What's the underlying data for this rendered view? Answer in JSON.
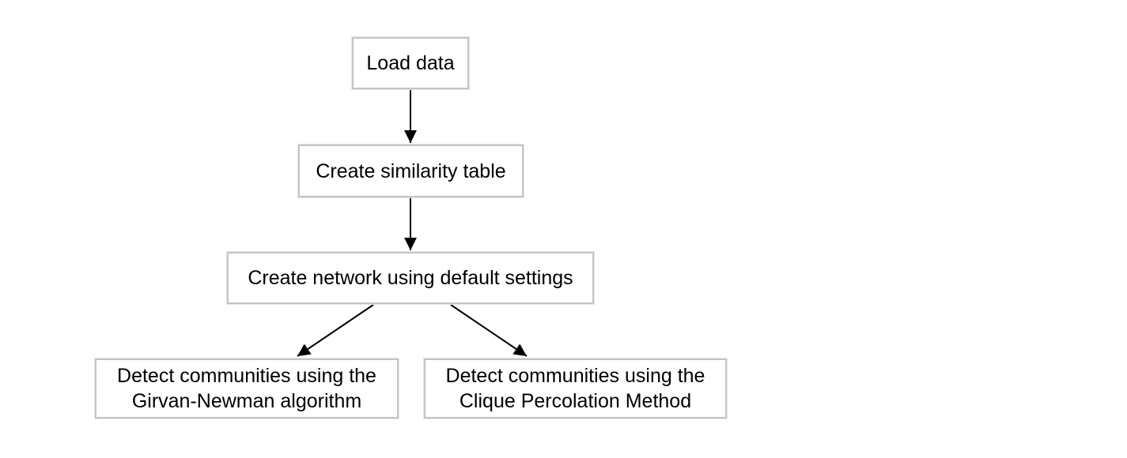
{
  "diagram": {
    "type": "flowchart",
    "background_color": "#ffffff",
    "box_fill_color": "#ffffff",
    "box_border_color": "#c4c4c4",
    "text_color": "#000000",
    "arrow_color": "#000000",
    "nodes": [
      {
        "id": "load-data",
        "lines": [
          "Load data"
        ]
      },
      {
        "id": "similarity-table",
        "lines": [
          "Create similarity table"
        ]
      },
      {
        "id": "create-network",
        "lines": [
          "Create network using default settings"
        ]
      },
      {
        "id": "girvan-newman",
        "lines": [
          "Detect communities using the",
          "Girvan-Newman algorithm"
        ]
      },
      {
        "id": "clique-percolation",
        "lines": [
          "Detect communities using the",
          "Clique Percolation Method"
        ]
      }
    ],
    "edges": [
      {
        "from": "load-data",
        "to": "similarity-table"
      },
      {
        "from": "similarity-table",
        "to": "create-network"
      },
      {
        "from": "create-network",
        "to": "girvan-newman"
      },
      {
        "from": "create-network",
        "to": "clique-percolation"
      }
    ]
  }
}
